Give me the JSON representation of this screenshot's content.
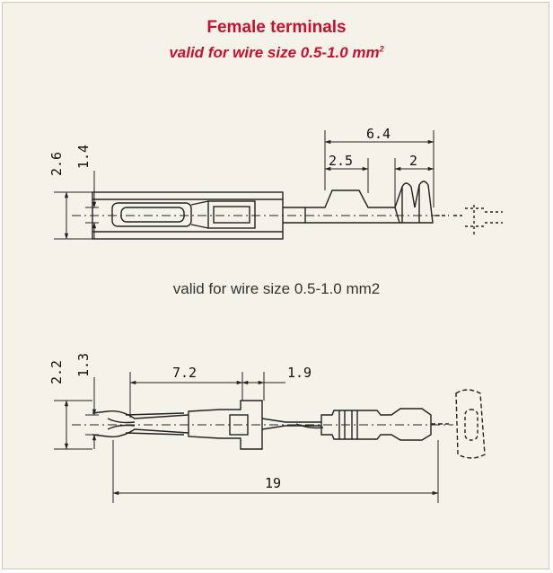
{
  "title": "Female terminals",
  "subtitle": "valid for wire size 0.5-1.0 mm",
  "subtitle_sup": "2",
  "caption": "valid for wire size 0.5-1.0 mm2",
  "colors": {
    "accent": "#c8102e",
    "background": "#f5f2e9",
    "border": "#cfcabb",
    "line": "#222222"
  },
  "drawing1": {
    "dims": {
      "d1": "2.6",
      "d2": "1.4",
      "d3": "6.4",
      "d4": "2.5",
      "d5": "2"
    }
  },
  "drawing2": {
    "dims": {
      "d1": "2.2",
      "d2": "1.3",
      "d3": "7.2",
      "d4": "1.9",
      "d5": "19"
    }
  }
}
